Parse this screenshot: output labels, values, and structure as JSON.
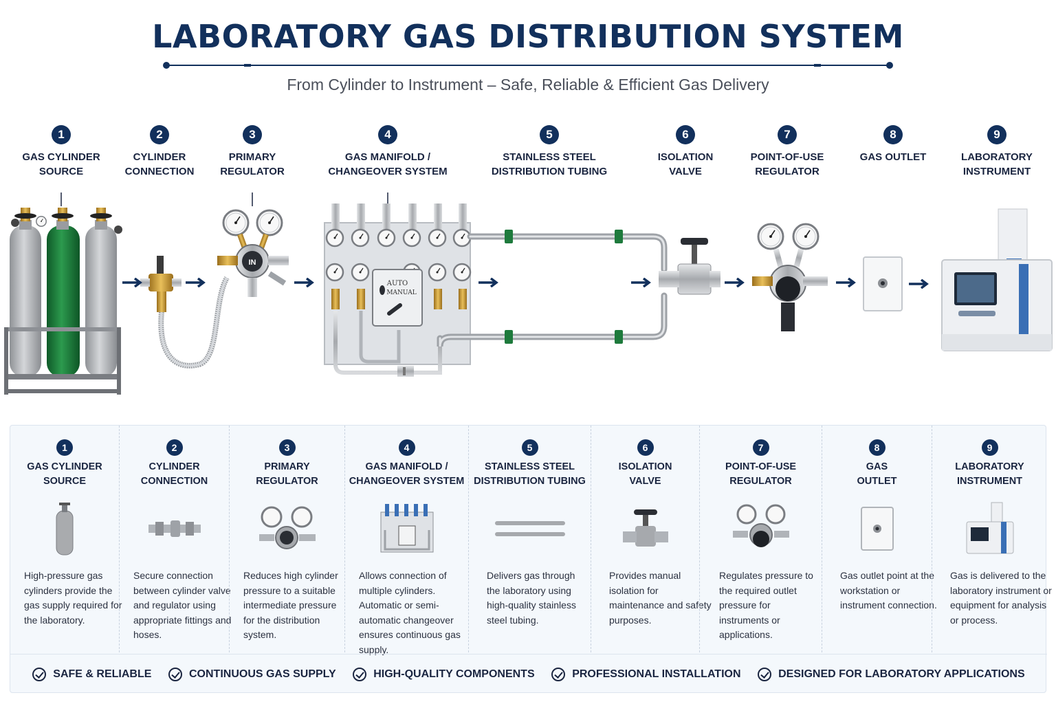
{
  "header": {
    "title": "LABORATORY GAS DISTRIBUTION SYSTEM",
    "subtitle": "From Cylinder to Instrument – Safe, Reliable & Efficient Gas Delivery"
  },
  "steps": [
    {
      "num": "1",
      "line1": "GAS CYLINDER",
      "line2": "SOURCE",
      "desc": "High-pressure gas cylinders provide the gas supply required for the laboratory."
    },
    {
      "num": "2",
      "line1": "CYLINDER",
      "line2": "CONNECTION",
      "desc": "Secure connection between cylinder valve and regulator using appropriate fittings and hoses."
    },
    {
      "num": "3",
      "line1": "PRIMARY",
      "line2": "REGULATOR",
      "desc": "Reduces high cylinder pressure to a suitable intermediate pressure for the distribution system."
    },
    {
      "num": "4",
      "line1": "GAS MANIFOLD /",
      "line2": "CHANGEOVER SYSTEM",
      "desc": "Allows connection of multiple cylinders. Automatic or semi-automatic changeover ensures continuous gas supply."
    },
    {
      "num": "5",
      "line1": "STAINLESS STEEL",
      "line2": "DISTRIBUTION TUBING",
      "desc": "Delivers gas through the laboratory using high-quality stainless steel tubing."
    },
    {
      "num": "6",
      "line1": "ISOLATION",
      "line2": "VALVE",
      "desc": "Provides manual isolation for maintenance and safety purposes."
    },
    {
      "num": "7",
      "line1": "POINT-OF-USE",
      "line2": "REGULATOR",
      "desc": "Regulates pressure to the required outlet pressure for instruments or applications."
    },
    {
      "num": "8",
      "line1": "GAS OUTLET",
      "line2": "",
      "panel_line1": "GAS",
      "panel_line2": "OUTLET",
      "desc": "Gas outlet point at the workstation or instrument connection."
    },
    {
      "num": "9",
      "line1": "LABORATORY",
      "line2": "INSTRUMENT",
      "desc": "Gas is delivered to the laboratory instrument or equipment for analysis or process."
    }
  ],
  "labels": {
    "regulator_in": "IN",
    "manifold_auto": "AUTO",
    "manifold_manual": "MANUAL"
  },
  "features": [
    "SAFE & RELIABLE",
    "CONTINUOUS GAS SUPPLY",
    "HIGH-QUALITY COMPONENTS",
    "PROFESSIONAL INSTALLATION",
    "DESIGNED FOR LABORATORY APPLICATIONS"
  ],
  "colors": {
    "navy": "#12305c",
    "cylinder_green": "#1e7a3c",
    "cylinder_grey": "#a9abae",
    "brass": "#c8962e",
    "accent_blue": "#3a6fb5"
  }
}
